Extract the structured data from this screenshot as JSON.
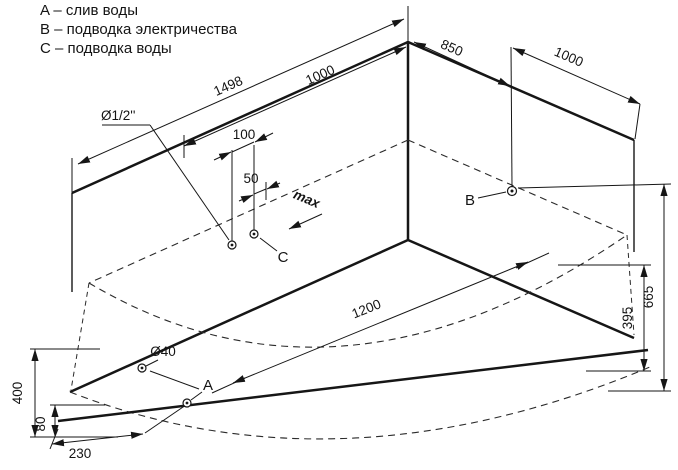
{
  "colors": {
    "ink": "#161616",
    "background": "#ffffff"
  },
  "legend": {
    "items": [
      {
        "label": "A – слив воды"
      },
      {
        "label": "B – подводка электричества"
      },
      {
        "label": "C – подводка воды"
      }
    ]
  },
  "labels": {
    "a": "A",
    "b": "B",
    "c": "C",
    "max": "max"
  },
  "dimensions": {
    "left_wall_total": "1498",
    "left_wall_tub": "1000",
    "right_wall_b": "850",
    "right_wall_total": "1000",
    "supply_offset": "100",
    "supply_max": "50",
    "water_thread": "Ø1/2''",
    "front_edge": "1200",
    "b_height": "395",
    "total_height": "665",
    "drain_height": "400",
    "drain_edge_offset": "80",
    "drain_floor_offset": "230",
    "drain_diameter": "Ø40"
  }
}
